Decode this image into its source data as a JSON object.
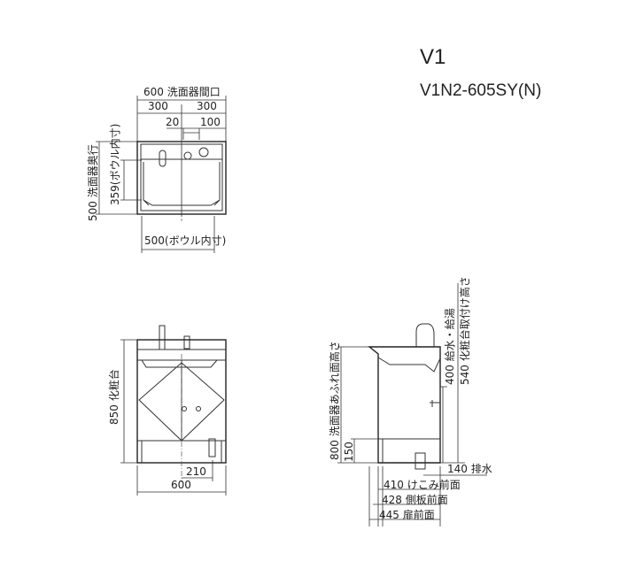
{
  "title": {
    "series": "V1",
    "model": "V1N2-605SY(N)"
  },
  "plan_view": {
    "width_label": "600 洗面器間口",
    "left_half": "300",
    "right_half": "300",
    "offset_small": "20",
    "offset_faucet": "100",
    "depth_label": "500 洗面器奥行",
    "bowl_depth_label": "359(ボウル内寸)",
    "bowl_width_label": "500(ボウル内寸)"
  },
  "front_view": {
    "height_label": "850 化粧台",
    "drain_offset": "210",
    "width": "600"
  },
  "side_view": {
    "rim_height_label": "800 洗面器あふれ面高さ",
    "plinth_height": "150",
    "supply_height_label": "400 給水・給湯",
    "mount_height_label": "540 化粧台取付け高さ",
    "drain_label": "140 排水",
    "kick_label": "410 けこみ前面",
    "side_panel_label": "428 側板前面",
    "door_label": "445 扉前面"
  }
}
